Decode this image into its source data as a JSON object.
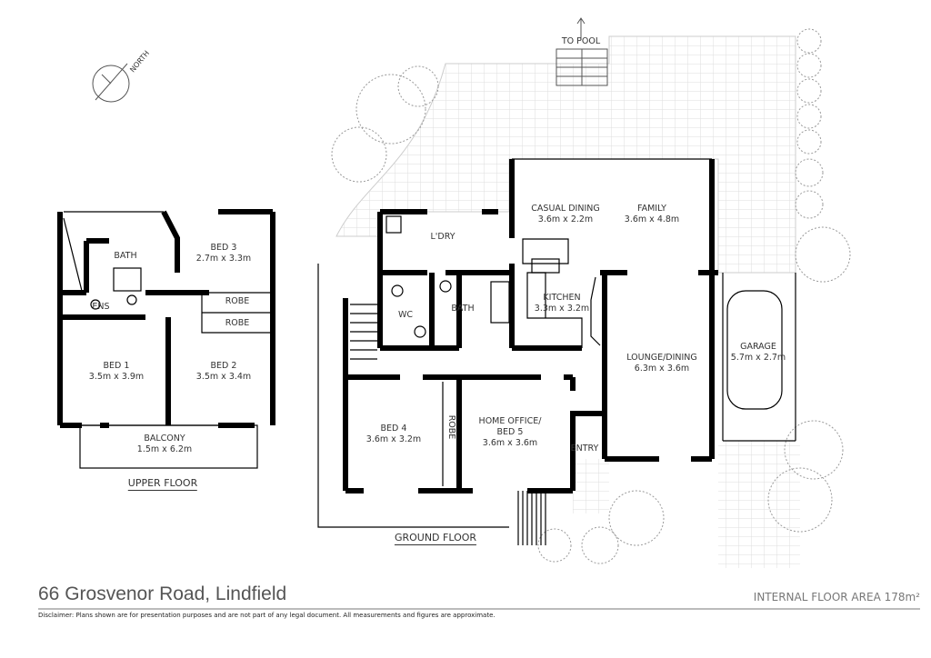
{
  "compass": {
    "label": "NORTH"
  },
  "pool_label": "TO POOL",
  "upper_floor": {
    "title": "UPPER FLOOR",
    "rooms": [
      {
        "name": "BATH",
        "size": ""
      },
      {
        "name": "BED 3",
        "size": "2.7m x 3.3m"
      },
      {
        "name": "ENS",
        "size": ""
      },
      {
        "name": "ROBE",
        "size": ""
      },
      {
        "name": "ROBE",
        "size": ""
      },
      {
        "name": "BED 1",
        "size": "3.5m x 3.9m"
      },
      {
        "name": "BED 2",
        "size": "3.5m x 3.4m"
      },
      {
        "name": "BALCONY",
        "size": "1.5m x 6.2m"
      }
    ]
  },
  "ground_floor": {
    "title": "GROUND FLOOR",
    "rooms": [
      {
        "name": "L'DRY",
        "size": ""
      },
      {
        "name": "CASUAL DINING",
        "size": "3.6m x 2.2m"
      },
      {
        "name": "FAMILY",
        "size": "3.6m x 4.8m"
      },
      {
        "name": "KITCHEN",
        "size": "3.3m x 3.2m"
      },
      {
        "name": "WC",
        "size": ""
      },
      {
        "name": "BATH",
        "size": ""
      },
      {
        "name": "LOUNGE/DINING",
        "size": "6.3m x 3.6m"
      },
      {
        "name": "GARAGE",
        "size": "5.7m x 2.7m"
      },
      {
        "name": "BED 4",
        "size": "3.6m x 3.2m"
      },
      {
        "name": "ROBE",
        "size": ""
      },
      {
        "name": "HOME OFFICE/",
        "size": "BED 5",
        "size2": "3.6m x 3.6m"
      },
      {
        "name": "ENTRY",
        "size": ""
      }
    ]
  },
  "footer": {
    "address": "66 Grosvenor Road, Lindfield",
    "area": "INTERNAL FLOOR AREA 178m²",
    "disclaimer": "Disclaimer: Plans shown are for presentation purposes and are not part of any legal document. All measurements and figures are approximate."
  },
  "colors": {
    "wall": "#000000",
    "landscape": "#999999",
    "text": "#333333"
  }
}
